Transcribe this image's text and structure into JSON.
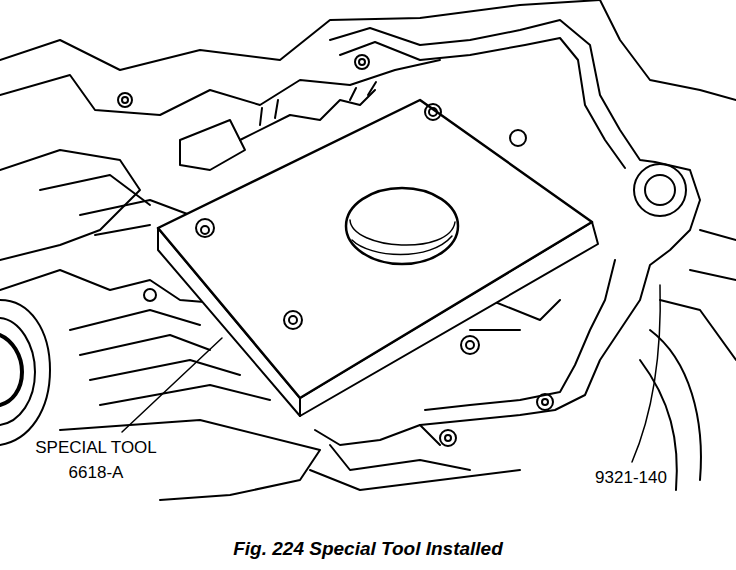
{
  "diagram": {
    "caption": "Fig. 224 Special Tool Installed",
    "labels": [
      "SPECIAL TOOL 6618-A",
      "9321-140"
    ]
  }
}
